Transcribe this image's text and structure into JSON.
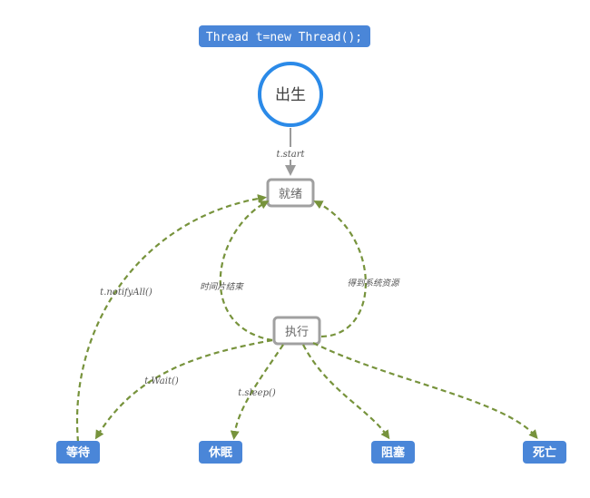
{
  "code": "Thread t=new Thread();",
  "nodes": {
    "birth": "出生",
    "ready": "就绪",
    "running": "执行",
    "waiting": "等待",
    "sleeping": "休眠",
    "blocked": "阻塞",
    "dead": "死亡"
  },
  "edges": {
    "start": "t.start",
    "notify_all": "t.notifyAll()",
    "time_slice_end": "时间片结束",
    "got_resources": "得到系统资源",
    "wait": "t.Wait()",
    "sleep": "t.sleep()"
  },
  "colors": {
    "pill_blue": "#4a86d8",
    "circle_border": "#2b8ae8",
    "dashed_green": "#77933c",
    "gray_border": "#a0a0a0",
    "gray_arrow": "#9a9a9a"
  }
}
